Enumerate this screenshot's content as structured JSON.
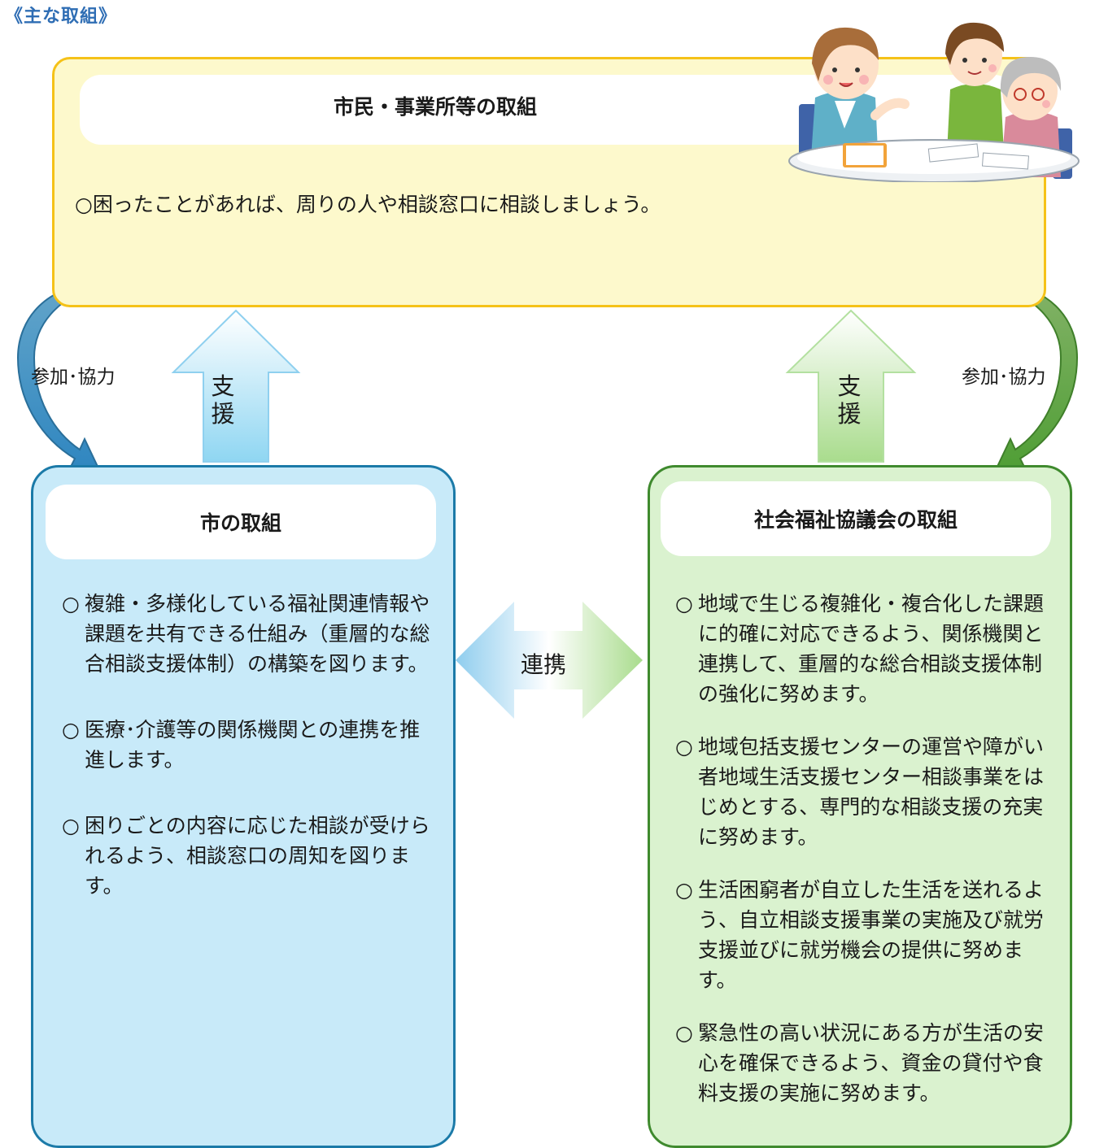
{
  "heading": "《主な取組》",
  "citizen": {
    "title": "市民・事業所等の取組",
    "items": [
      "○困ったことがあれば、周りの人や相談窓口に相談しましょう。"
    ]
  },
  "city": {
    "title": "市の取組",
    "items": [
      {
        "mark": "○",
        "text": "複雑・多様化している福祉関連情報や課題を共有できる仕組み（重層的な総合相談支援体制）の構築を図ります。"
      },
      {
        "mark": "○",
        "text": "医療･介護等の関係機関との連携を推進します。"
      },
      {
        "mark": "○",
        "text": "困りごとの内容に応じた相談が受けられるよう、相談窓口の周知を図ります。"
      }
    ]
  },
  "council": {
    "title": "社会福祉協議会の取組",
    "items": [
      {
        "mark": "○",
        "text": "地域で生じる複雑化・複合化した課題に的確に対応できるよう、関係機関と連携して、重層的な総合相談支援体制の強化に努めます。"
      },
      {
        "mark": "○",
        "text": "地域包括支援センターの運営や障がい者地域生活支援センター相談事業をはじめとする、専門的な相談支援の充実に努めます。"
      },
      {
        "mark": "○",
        "text": "生活困窮者が自立した生活を送れるよう、自立相談支援事業の実施及び就労支援並びに就労機会の提供に努めます。"
      },
      {
        "mark": "○",
        "text": "緊急性の高い状況にある方が生活の安心を確保できるよう、資金の貸付や食料支援の実施に努めます。"
      }
    ]
  },
  "arrows": {
    "support_left": "支援",
    "support_right": "支援",
    "participation_left": "参加･協力",
    "participation_right": "参加･協力",
    "cooperation": "連携"
  },
  "colors": {
    "heading": "#2e6db4",
    "citizen_fill": "#fdf9cc",
    "citizen_border": "#f5c218",
    "city_fill": "#c8eaf9",
    "city_border": "#1b7aa8",
    "council_fill": "#daf2cf",
    "council_border": "#3f8a2e"
  },
  "illustration": "consultation-people-illustration"
}
